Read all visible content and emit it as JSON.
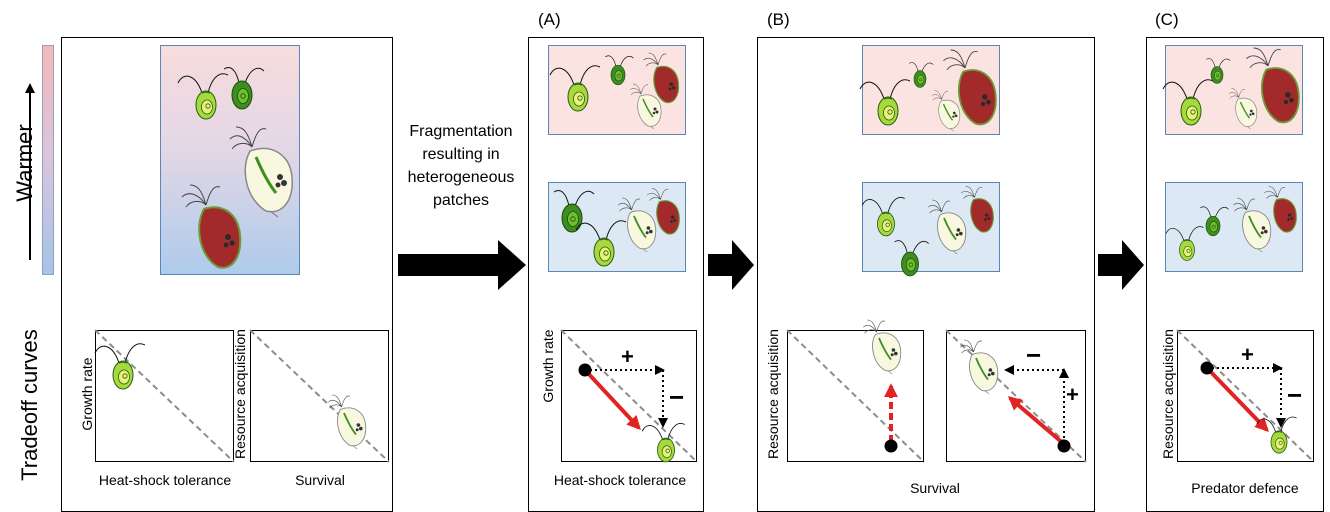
{
  "side_labels": {
    "temperature": "Warmer",
    "tradeoff": "Tradeoff curves"
  },
  "arrow_text": [
    "Fragmentation",
    "resulting in",
    "heterogeneous",
    "patches"
  ],
  "panel_labels": [
    "(A)",
    "(B)",
    "(C)"
  ],
  "axes": {
    "growth_rate": "Growth rate",
    "resource_acquisition": "Resource acquisition",
    "heat_shock_tolerance": "Heat-shock tolerance",
    "survival": "Survival",
    "predator_defence": "Predator defence"
  },
  "colors": {
    "warm_patch": "#fbe3e2",
    "cool_patch": "#dce9f5",
    "tradeoff_arrow": "#e32222",
    "tradeoff_line": "#8c8c8c",
    "alga_light": "#9ad33a",
    "alga_dark": "#3f8f1e"
  }
}
